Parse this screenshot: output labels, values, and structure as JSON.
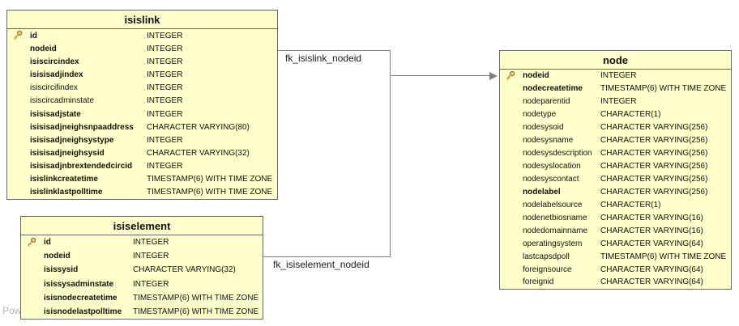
{
  "diagram": {
    "background": "#ffffff",
    "table_fill": "#ffffcc",
    "table_border": "#666666",
    "connector_color": "#7f7f7f",
    "key_icon_color": "#c9a23c",
    "watermark": "Pow"
  },
  "tables": [
    {
      "name": "isislink",
      "columns": [
        {
          "name": "id",
          "type": "INTEGER",
          "pk": true,
          "bold": true
        },
        {
          "name": "nodeid",
          "type": "INTEGER",
          "pk": false,
          "bold": true
        },
        {
          "name": "isiscircindex",
          "type": "INTEGER",
          "pk": false,
          "bold": true
        },
        {
          "name": "isisisadjindex",
          "type": "INTEGER",
          "pk": false,
          "bold": true
        },
        {
          "name": "isiscircifindex",
          "type": "INTEGER",
          "pk": false,
          "bold": false
        },
        {
          "name": "isiscircadminstate",
          "type": "INTEGER",
          "pk": false,
          "bold": false
        },
        {
          "name": "isisisadjstate",
          "type": "INTEGER",
          "pk": false,
          "bold": true
        },
        {
          "name": "isisisadjneighsnpaaddress",
          "type": "CHARACTER VARYING(80)",
          "pk": false,
          "bold": true
        },
        {
          "name": "isisisadjneighsystype",
          "type": "INTEGER",
          "pk": false,
          "bold": true
        },
        {
          "name": "isisisadjneighsysid",
          "type": "CHARACTER VARYING(32)",
          "pk": false,
          "bold": true
        },
        {
          "name": "isisisadjnbrextendedcircid",
          "type": "INTEGER",
          "pk": false,
          "bold": true
        },
        {
          "name": "isislinkcreatetime",
          "type": "TIMESTAMP(6) WITH TIME ZONE",
          "pk": false,
          "bold": true
        },
        {
          "name": "isislinklastpolltime",
          "type": "TIMESTAMP(6) WITH TIME ZONE",
          "pk": false,
          "bold": true
        }
      ]
    },
    {
      "name": "isiselement",
      "columns": [
        {
          "name": "id",
          "type": "INTEGER",
          "pk": true,
          "bold": true
        },
        {
          "name": "nodeid",
          "type": "INTEGER",
          "pk": false,
          "bold": true
        },
        {
          "name": "isissysid",
          "type": "CHARACTER VARYING(32)",
          "pk": false,
          "bold": true
        },
        {
          "name": "isissysadminstate",
          "type": "INTEGER",
          "pk": false,
          "bold": true
        },
        {
          "name": "isisnodecreatetime",
          "type": "TIMESTAMP(6) WITH TIME ZONE",
          "pk": false,
          "bold": true
        },
        {
          "name": "isisnodelastpolltime",
          "type": "TIMESTAMP(6) WITH TIME ZONE",
          "pk": false,
          "bold": true
        }
      ]
    },
    {
      "name": "node",
      "columns": [
        {
          "name": "nodeid",
          "type": "INTEGER",
          "pk": true,
          "bold": true
        },
        {
          "name": "nodecreatetime",
          "type": "TIMESTAMP(6) WITH TIME ZONE",
          "pk": false,
          "bold": true
        },
        {
          "name": "nodeparentid",
          "type": "INTEGER",
          "pk": false,
          "bold": false
        },
        {
          "name": "nodetype",
          "type": "CHARACTER(1)",
          "pk": false,
          "bold": false
        },
        {
          "name": "nodesysoid",
          "type": "CHARACTER VARYING(256)",
          "pk": false,
          "bold": false
        },
        {
          "name": "nodesysname",
          "type": "CHARACTER VARYING(256)",
          "pk": false,
          "bold": false
        },
        {
          "name": "nodesysdescription",
          "type": "CHARACTER VARYING(256)",
          "pk": false,
          "bold": false
        },
        {
          "name": "nodesyslocation",
          "type": "CHARACTER VARYING(256)",
          "pk": false,
          "bold": false
        },
        {
          "name": "nodesyscontact",
          "type": "CHARACTER VARYING(256)",
          "pk": false,
          "bold": false
        },
        {
          "name": "nodelabel",
          "type": "CHARACTER VARYING(256)",
          "pk": false,
          "bold": true
        },
        {
          "name": "nodelabelsource",
          "type": "CHARACTER(1)",
          "pk": false,
          "bold": false
        },
        {
          "name": "nodenetbiosname",
          "type": "CHARACTER VARYING(16)",
          "pk": false,
          "bold": false
        },
        {
          "name": "nodedomainname",
          "type": "CHARACTER VARYING(16)",
          "pk": false,
          "bold": false
        },
        {
          "name": "operatingsystem",
          "type": "CHARACTER VARYING(64)",
          "pk": false,
          "bold": false
        },
        {
          "name": "lastcapsdpoll",
          "type": "TIMESTAMP(6) WITH TIME ZONE",
          "pk": false,
          "bold": false
        },
        {
          "name": "foreignsource",
          "type": "CHARACTER VARYING(64)",
          "pk": false,
          "bold": false
        },
        {
          "name": "foreignid",
          "type": "CHARACTER VARYING(64)",
          "pk": false,
          "bold": false
        }
      ]
    }
  ],
  "relationships": [
    {
      "label": "fk_isislink_nodeid",
      "source": "isislink",
      "target": "node"
    },
    {
      "label": "fk_isiselement_nodeid",
      "source": "isiselement",
      "target": "node"
    }
  ]
}
